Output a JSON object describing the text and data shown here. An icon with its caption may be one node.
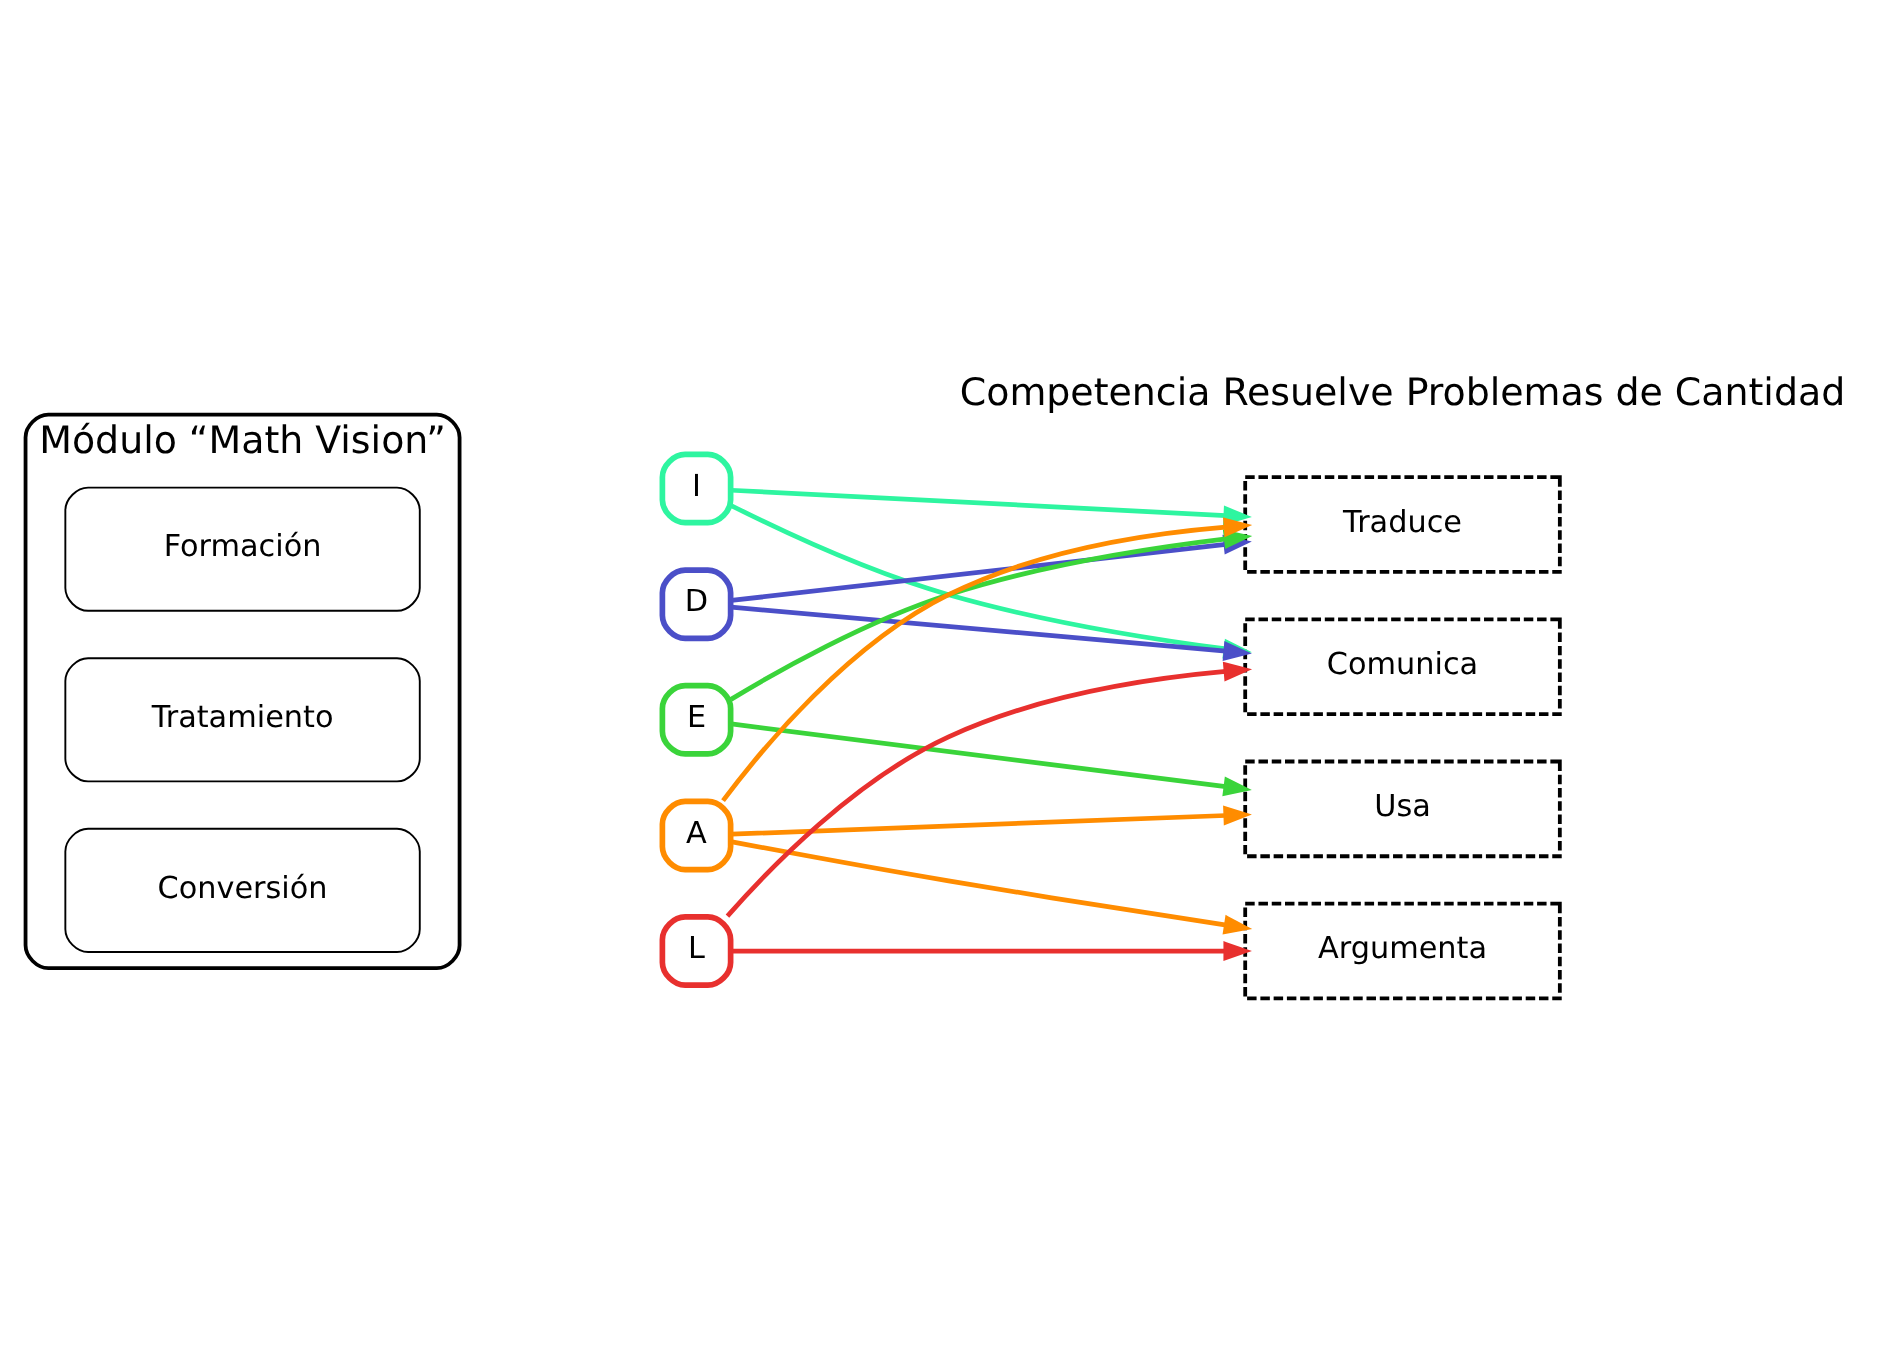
{
  "diagram": {
    "nodes": [
      {
        "text": [
          "Módulo “Math Vision”"
        ]
      },
      {
        "text": [
          "Formación"
        ],
        "in": 0
      },
      {
        "text": [
          "Tratamiento"
        ],
        "in": 0
      },
      {
        "text": [
          "Conversión"
        ],
        "in": 0
      },
      {
        "text": [
          "I"
        ]
      },
      {
        "text": [
          "D"
        ]
      },
      {
        "text": [
          "E"
        ]
      },
      {
        "text": [
          "A"
        ]
      },
      {
        "text": [
          "L"
        ]
      },
      {
        "text": [
          "Traduce"
        ]
      },
      {
        "text": [
          "Comunica"
        ]
      },
      {
        "text": [
          "Usa"
        ]
      },
      {
        "text": [
          "Argumenta"
        ]
      }
    ],
    "edges": [
      {
        "from": 4,
        "to": 9,
        "arrow": "to",
        "color": "#2ef5a0"
      },
      {
        "from": 4,
        "to": 10,
        "arrow": "to",
        "color": "#2ef5a0"
      },
      {
        "from": 5,
        "to": 9,
        "arrow": "to",
        "color": "#4b4fc8"
      },
      {
        "from": 5,
        "to": 10,
        "arrow": "to",
        "color": "#4b4fc8"
      },
      {
        "from": 6,
        "to": 9,
        "arrow": "to",
        "color": "#3ad43a"
      },
      {
        "from": 6,
        "to": 11,
        "arrow": "to",
        "color": "#3ad43a"
      },
      {
        "from": 7,
        "to": 9,
        "arrow": "to",
        "color": "#ff8c00"
      },
      {
        "from": 7,
        "to": 11,
        "arrow": "to",
        "color": "#ff8c00"
      },
      {
        "from": 7,
        "to": 12,
        "arrow": "to",
        "color": "#ff8c00"
      },
      {
        "from": 8,
        "to": 10,
        "arrow": "to",
        "color": "#e8302e"
      },
      {
        "from": 8,
        "to": 12,
        "arrow": "to",
        "color": "#e8302e"
      }
    ],
    "labels": [
      "Competencia Resuelve Problemas de Cantidad"
    ]
  }
}
